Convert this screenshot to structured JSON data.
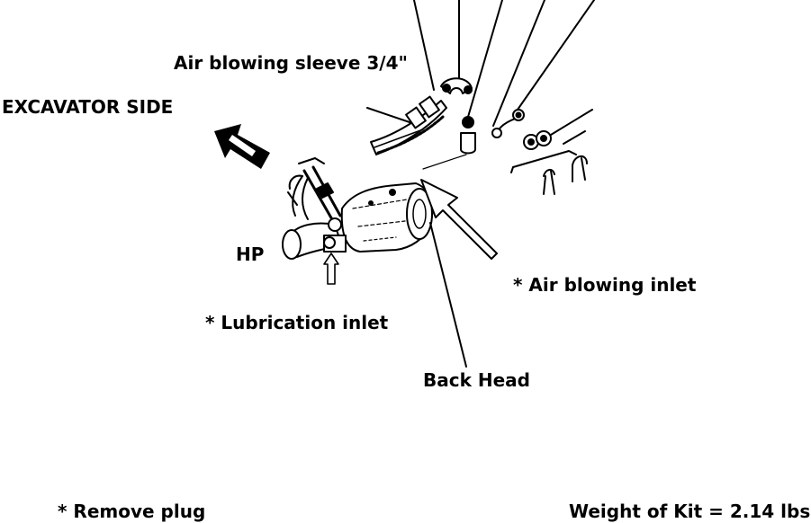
{
  "labels": {
    "air_blowing_sleeve": "Air blowing sleeve 3/4\"",
    "excavator_side": "EXCAVATOR SIDE",
    "hp": "HP",
    "air_blowing_inlet": "* Air blowing inlet",
    "lubrication_inlet": "* Lubrication inlet",
    "back_head": "Back Head",
    "remove_plug": "* Remove plug",
    "weight_of_kit": "Weight of Kit = 2.14 lbs"
  },
  "colors": {
    "ink": "#000000",
    "background": "#ffffff"
  }
}
